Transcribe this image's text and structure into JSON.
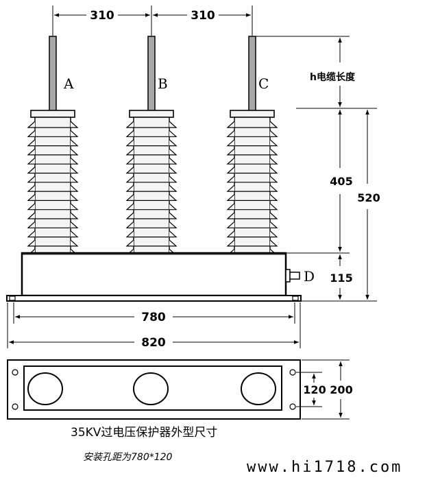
{
  "dimensions": {
    "phase_spacing_left": "310",
    "phase_spacing_right": "310",
    "cable_length": "h电缆长度",
    "insulator_height": "405",
    "total_height": "520",
    "base_height": "115",
    "mounting_span": "780",
    "overall_width": "820",
    "hole_spacing": "120",
    "base_depth": "200"
  },
  "terminals": {
    "a": "A",
    "b": "B",
    "c": "C",
    "d": "D"
  },
  "caption": {
    "title": "35KV过电压保护器外型尺寸",
    "subtitle": "安装孔距为780*120"
  },
  "watermark": "www.hi1718.com",
  "colors": {
    "line": "#000000",
    "rod": "#a8a8a8",
    "insulator": "#f4f4f4",
    "base": "#ffffff"
  }
}
